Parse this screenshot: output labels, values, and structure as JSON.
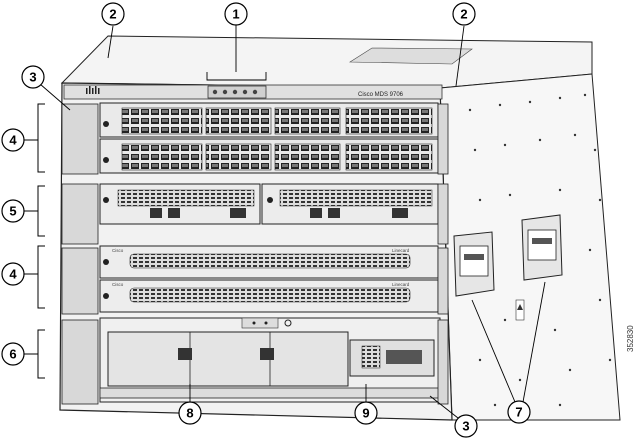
{
  "chassis": {
    "brand_label": "Cisco MDS 9706",
    "module_label_a": "Linecard",
    "module_label_b": "Linecard",
    "vendor_mark_a": "Cisco",
    "vendor_mark_b": "Cisco"
  },
  "figure_id": "352830",
  "callouts": [
    {
      "id": "c1a",
      "label": "1"
    },
    {
      "id": "c2a",
      "label": "2"
    },
    {
      "id": "c2b",
      "label": "2"
    },
    {
      "id": "c3a",
      "label": "3"
    },
    {
      "id": "c3b",
      "label": "3"
    },
    {
      "id": "c4a",
      "label": "4"
    },
    {
      "id": "c4b",
      "label": "4"
    },
    {
      "id": "c5a",
      "label": "5"
    },
    {
      "id": "c6a",
      "label": "6"
    },
    {
      "id": "c7a",
      "label": "7"
    },
    {
      "id": "c8a",
      "label": "8"
    },
    {
      "id": "c9a",
      "label": "9"
    }
  ]
}
